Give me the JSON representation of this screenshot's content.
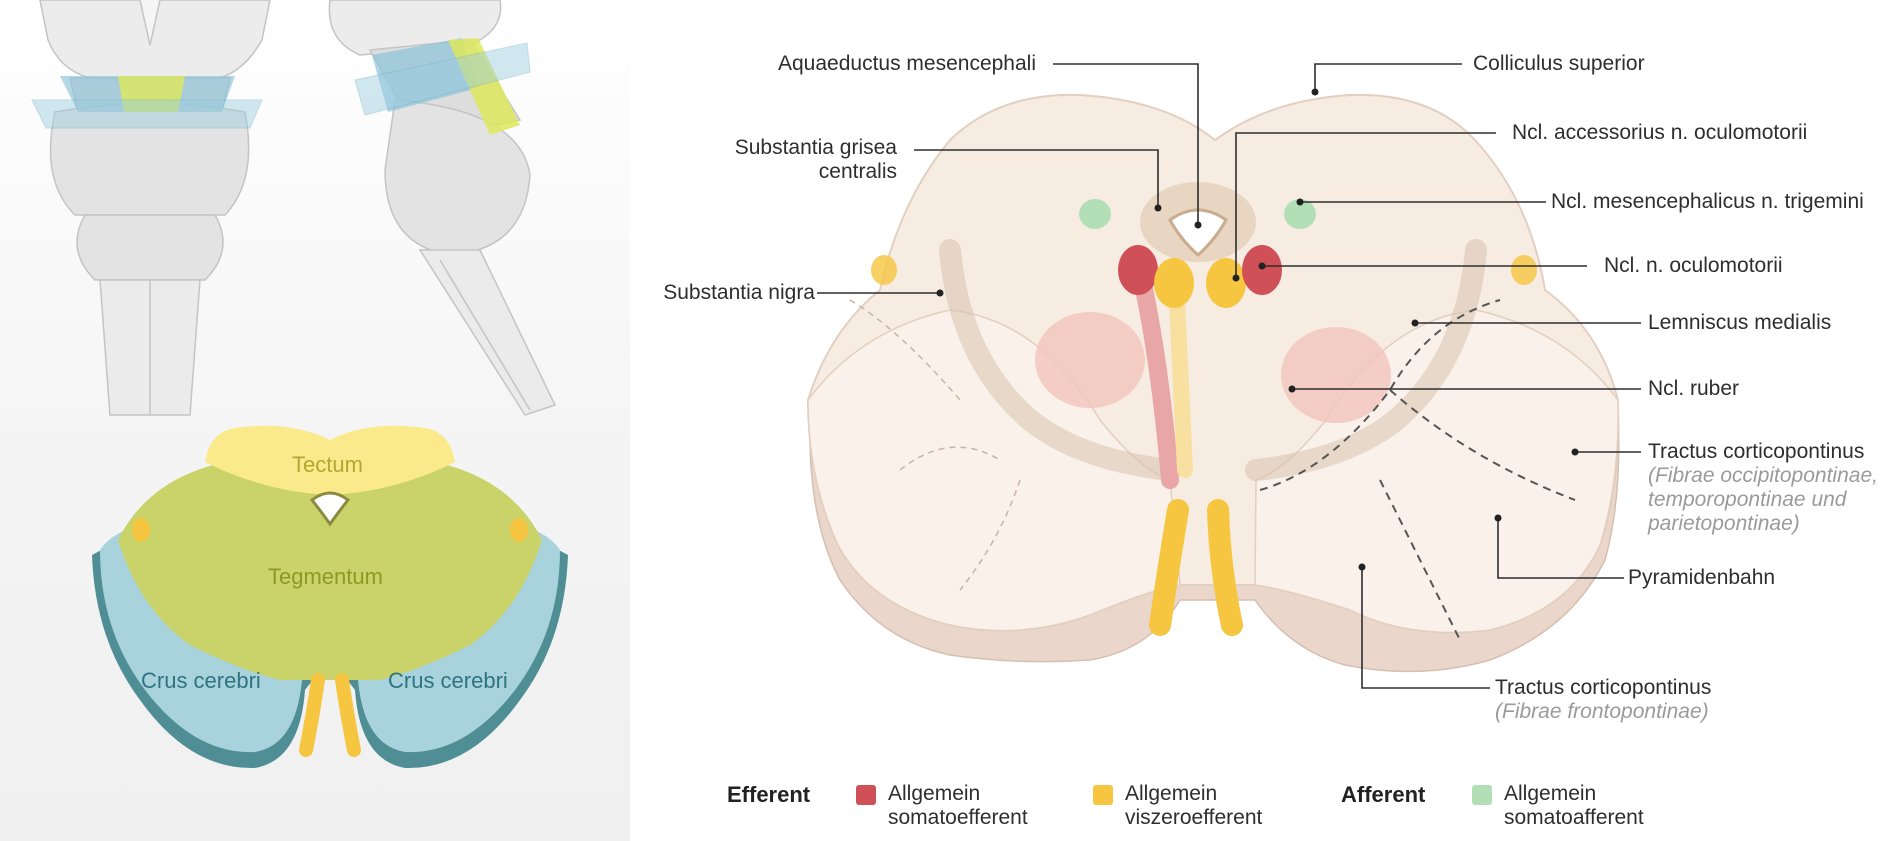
{
  "colors": {
    "tectum": "#faea8c",
    "tegmentum": "#c9d36a",
    "crus": "#a8d3dc",
    "crus_edge": "#4f8e95",
    "somatoefferent": "#cf5057",
    "viszeroefferent": "#f6c640",
    "somatoafferent": "#b3dfb6",
    "tissue": "#f6ece2",
    "tissue_edge": "#e3cfc0"
  },
  "regions": {
    "tectum": "Tectum",
    "tegmentum": "Tegmentum",
    "crus_left": "Crus cerebri",
    "crus_right": "Crus cerebri"
  },
  "labels": {
    "aquaeductus": "Aquaeductus mesencephali",
    "colliculus": "Colliculus superior",
    "substantia_grisea_1": "Substantia grisea",
    "substantia_grisea_2": "centralis",
    "ncl_accessorius": "Ncl. accessorius n. oculomotorii",
    "ncl_mesencephalicus": "Ncl. mesencephalicus n. trigemini",
    "ncl_oculomotorii": "Ncl. n. oculomotorii",
    "substantia_nigra": "Substantia nigra",
    "lemniscus": "Lemniscus medialis",
    "ncl_ruber": "Ncl. ruber",
    "tractus_cp_1": "Tractus corticopontinus",
    "tractus_cp_1_sub1": "(Fibrae occipitopontinae,",
    "tractus_cp_1_sub2": "temporopontinae und",
    "tractus_cp_1_sub3": "parietopontinae)",
    "pyramidenbahn": "Pyramidenbahn",
    "tractus_cp_2": "Tractus corticopontinus",
    "tractus_cp_2_sub": "(Fibrae frontopontinae)"
  },
  "legend": {
    "efferent": "Efferent",
    "afferent": "Afferent",
    "items": [
      {
        "line1": "Allgemein",
        "line2": "somatoefferent"
      },
      {
        "line1": "Allgemein",
        "line2": "viszeroefferent"
      },
      {
        "line1": "Allgemein",
        "line2": "somatoafferent"
      }
    ]
  }
}
